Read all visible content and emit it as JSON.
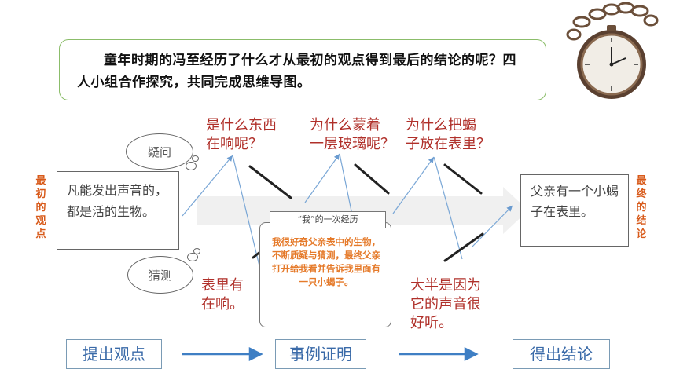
{
  "prompt": {
    "text": "童年时期的冯至经历了什么才从最初的观点得到最后的结论的呢？四人小组合作探究，共同完成思维导图。"
  },
  "side_labels": {
    "left": "最初的观点",
    "right": "最终的结论"
  },
  "left_box": {
    "text": "凡能发出声音的，都是活的生物。"
  },
  "right_box": {
    "text": "父亲有一个小蝎子在表里。"
  },
  "bubbles": {
    "doubt": "疑问",
    "guess": "猜测"
  },
  "questions": {
    "q1": "是什么东西\n在响呢？",
    "q2": "为什么蒙着\n一层玻璃呢？",
    "q3": "为什么把蝎\n子放在表里？"
  },
  "guesses": {
    "g1": "表里有\n在响。",
    "g2": "大半是因为\n它的声音很\n好听。"
  },
  "card": {
    "title": "“我”的一次经历",
    "text": "我很好奇父亲表中的生物，不断质疑与猜测，最终父亲打开给我看并告诉我里面有一只小蝎子。"
  },
  "stages": {
    "s1": "提出观点",
    "s2": "事例证明",
    "s3": "得出结论"
  },
  "colors": {
    "red_text": "#b0302a",
    "orange_text": "#e57a2a",
    "stage_text": "#3a6aa8",
    "arrow_blue": "#3f7fc4",
    "green_border": "#8bbd6a"
  }
}
